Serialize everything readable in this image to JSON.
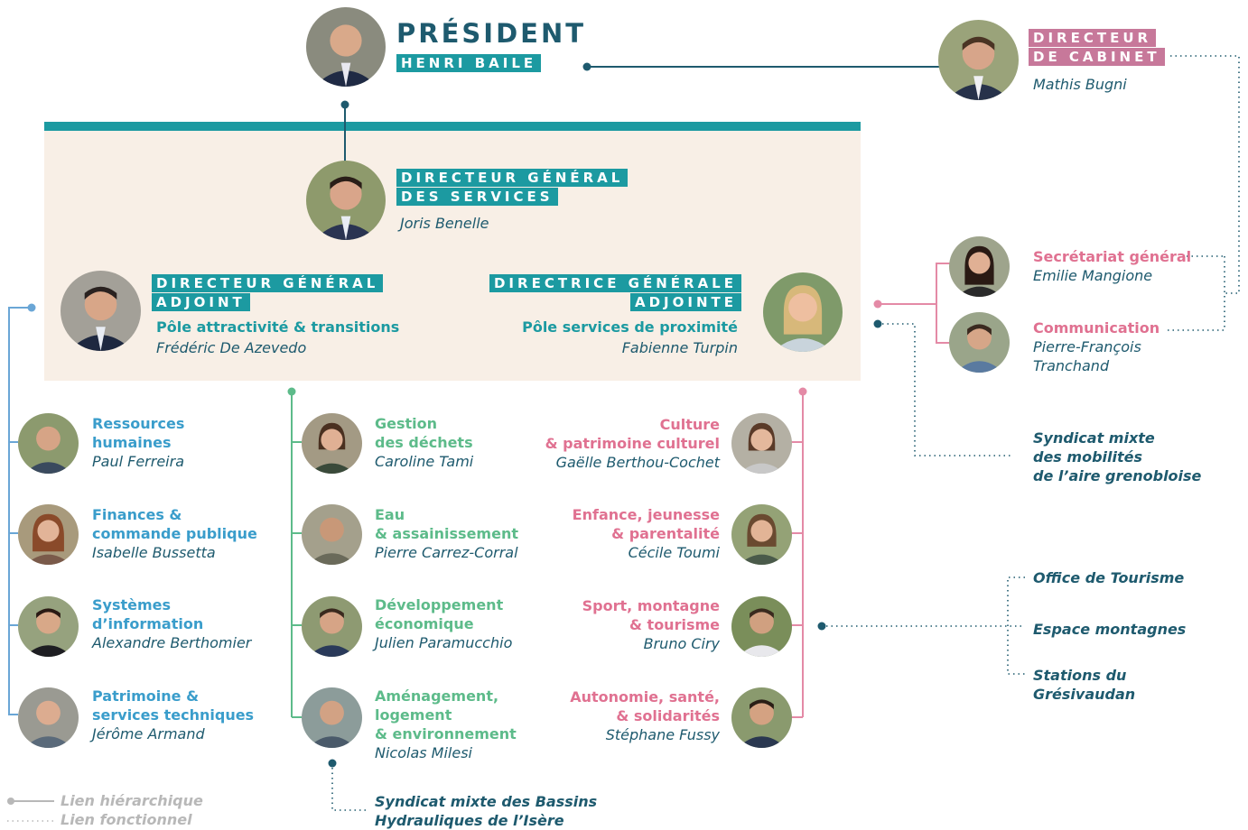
{
  "colors": {
    "navy": "#1e5a6e",
    "teal": "#1c9aa1",
    "rose": "#c7789a",
    "pink": "#e07191",
    "blue": "#3a9dcb",
    "blue_line": "#6aa6d6",
    "green": "#5dbb8a",
    "pink_line": "#e48aa6",
    "beige": "#f8efe6",
    "grey": "#b8b8b8"
  },
  "president": {
    "title": "PRÉSIDENT",
    "name": "HENRI BAILE"
  },
  "cabinet": {
    "title_line1": "DIRECTEUR",
    "title_line2": "DE CABINET",
    "name": "Mathis Bugni"
  },
  "dgs": {
    "title_line1": "DIRECTEUR GÉNÉRAL",
    "title_line2": "DES SERVICES",
    "name": "Joris Benelle"
  },
  "dga": {
    "title_line1": "DIRECTEUR GÉNÉRAL",
    "title_line2": "ADJOINT",
    "pole": "Pôle attractivité & transitions",
    "name": "Frédéric De Azevedo"
  },
  "dgaf": {
    "title_line1": "DIRECTRICE GÉNÉRALE",
    "title_line2": "ADJOINTE",
    "pole": "Pôle services de proximité",
    "name": "Fabienne Turpin"
  },
  "cabinet_services": [
    {
      "title": "Secrétariat général",
      "name_line1": "Emilie Mangione",
      "name_line2": ""
    },
    {
      "title": "Communication",
      "name_line1": "Pierre-François",
      "name_line2": "Tranchand"
    }
  ],
  "syndicat_mobilites": {
    "line1": "Syndicat mixte",
    "line2": "des mobilités",
    "line3": "de l’aire grenobloise"
  },
  "blue_column": [
    {
      "title_line1": "Ressources",
      "title_line2": "humaines",
      "name": "Paul Ferreira"
    },
    {
      "title_line1": "Finances &",
      "title_line2": "commande publique",
      "name": "Isabelle Bussetta"
    },
    {
      "title_line1": "Systèmes",
      "title_line2": "d’information",
      "name": "Alexandre Berthomier"
    },
    {
      "title_line1": "Patrimoine &",
      "title_line2": "services techniques",
      "name": "Jérôme Armand"
    }
  ],
  "green_column": [
    {
      "title_line1": "Gestion",
      "title_line2": "des déchets",
      "title_line3": "",
      "name": "Caroline Tami"
    },
    {
      "title_line1": "Eau",
      "title_line2": "& assainissement",
      "title_line3": "",
      "name": "Pierre Carrez-Corral"
    },
    {
      "title_line1": "Développement",
      "title_line2": "économique",
      "title_line3": "",
      "name": "Julien Paramucchio"
    },
    {
      "title_line1": "Aménagement,",
      "title_line2": "logement",
      "title_line3": "& environnement",
      "name": "Nicolas Milesi"
    }
  ],
  "pink_column": [
    {
      "title_line1": "Culture",
      "title_line2": "& patrimoine culturel",
      "name": "Gaëlle Berthou-Cochet"
    },
    {
      "title_line1": "Enfance, jeunesse",
      "title_line2": "& parentalité",
      "name": "Cécile Toumi"
    },
    {
      "title_line1": "Sport, montagne",
      "title_line2": "& tourisme",
      "name": "Bruno Ciry"
    },
    {
      "title_line1": "Autonomie, santé,",
      "title_line2": "& solidarités",
      "name": "Stéphane Fussy"
    }
  ],
  "syndicat_bassins": {
    "line1": "Syndicat mixte des Bassins",
    "line2": "Hydrauliques de l’Isère"
  },
  "tourism_entities": [
    {
      "line1": "Office de Tourisme",
      "line2": ""
    },
    {
      "line1": "Espace montagnes",
      "line2": ""
    },
    {
      "line1": "Stations du",
      "line2": "Grésivaudan"
    }
  ],
  "legend": {
    "hierarchical": "Lien hiérarchique",
    "functional": "Lien fonctionnel"
  }
}
